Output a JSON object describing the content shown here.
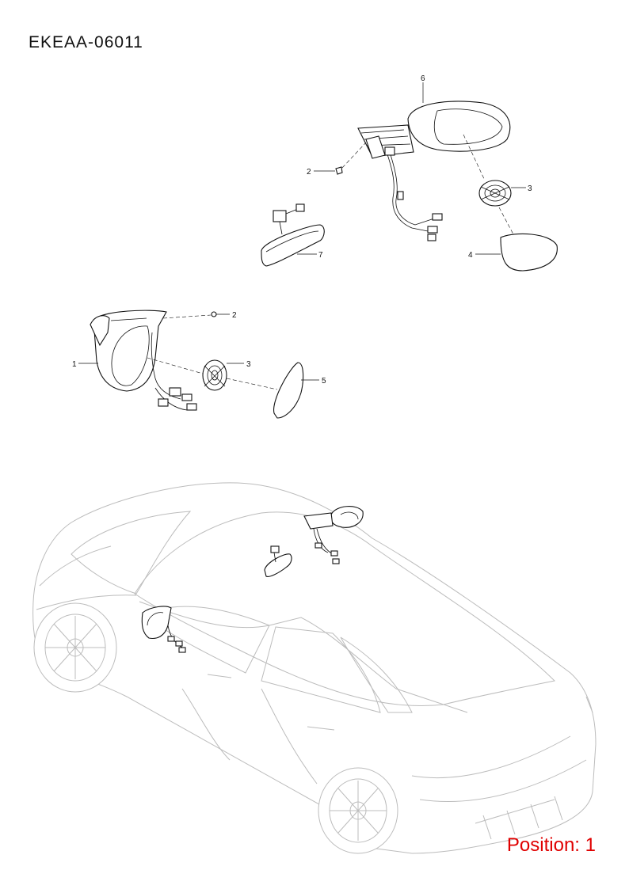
{
  "header": {
    "code": "EKEAA-06011"
  },
  "footer": {
    "position": "Position: 1"
  },
  "callouts": [
    "1",
    "2",
    "3",
    "4",
    "5",
    "6",
    "7"
  ],
  "colors": {
    "position_text": "#e00000",
    "line_art": "#111111",
    "vehicle_outline": "#bcbcbc"
  }
}
